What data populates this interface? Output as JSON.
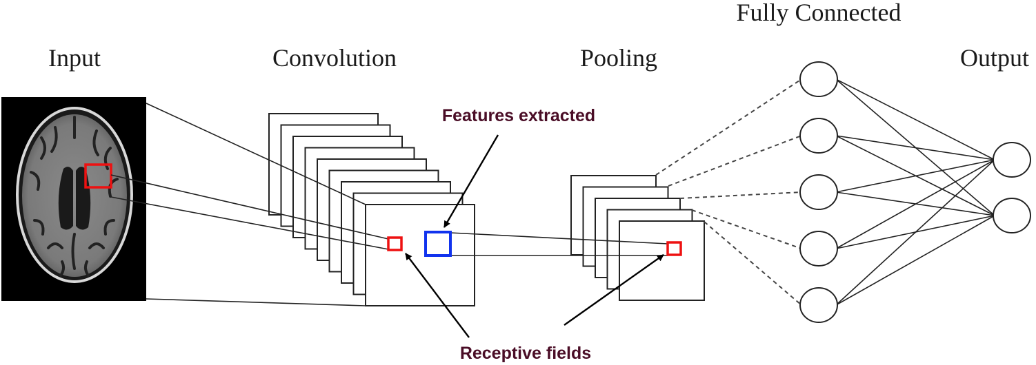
{
  "diagram": {
    "title": "Convolutional Neural Network architecture",
    "stages": [
      {
        "id": "input",
        "label": "Input"
      },
      {
        "id": "convolution",
        "label": "Convolution"
      },
      {
        "id": "pooling",
        "label": "Pooling"
      },
      {
        "id": "fully_connected",
        "label": "Fully Connected"
      },
      {
        "id": "output",
        "label": "Output"
      }
    ],
    "input_image": {
      "description": "Axial brain MRI slice",
      "icon": "brain-mri-image"
    },
    "convolution_feature_maps": 9,
    "pooling_feature_maps": 5,
    "fully_connected_nodes": 5,
    "output_nodes": 2,
    "annotations": [
      {
        "id": "features",
        "label": "Features extracted"
      },
      {
        "id": "receptive",
        "label": "Receptive fields"
      }
    ],
    "colors": {
      "receptive_field": "#ee1111",
      "feature_box": "#1133ee",
      "annotation_text": "#4a0d26",
      "line": "#222222",
      "input_background": "#000000"
    }
  }
}
